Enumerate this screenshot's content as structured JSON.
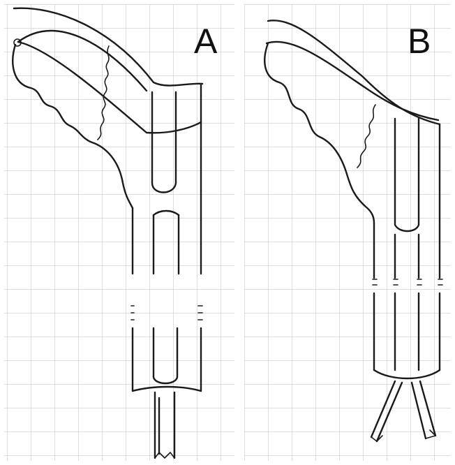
{
  "panels": [
    {
      "id": "A",
      "label": "A"
    },
    {
      "id": "B",
      "label": "B"
    }
  ],
  "colors": {
    "paper": "#ffffff",
    "grid": "#c9c9c9",
    "ink": "#1a1a1a"
  }
}
